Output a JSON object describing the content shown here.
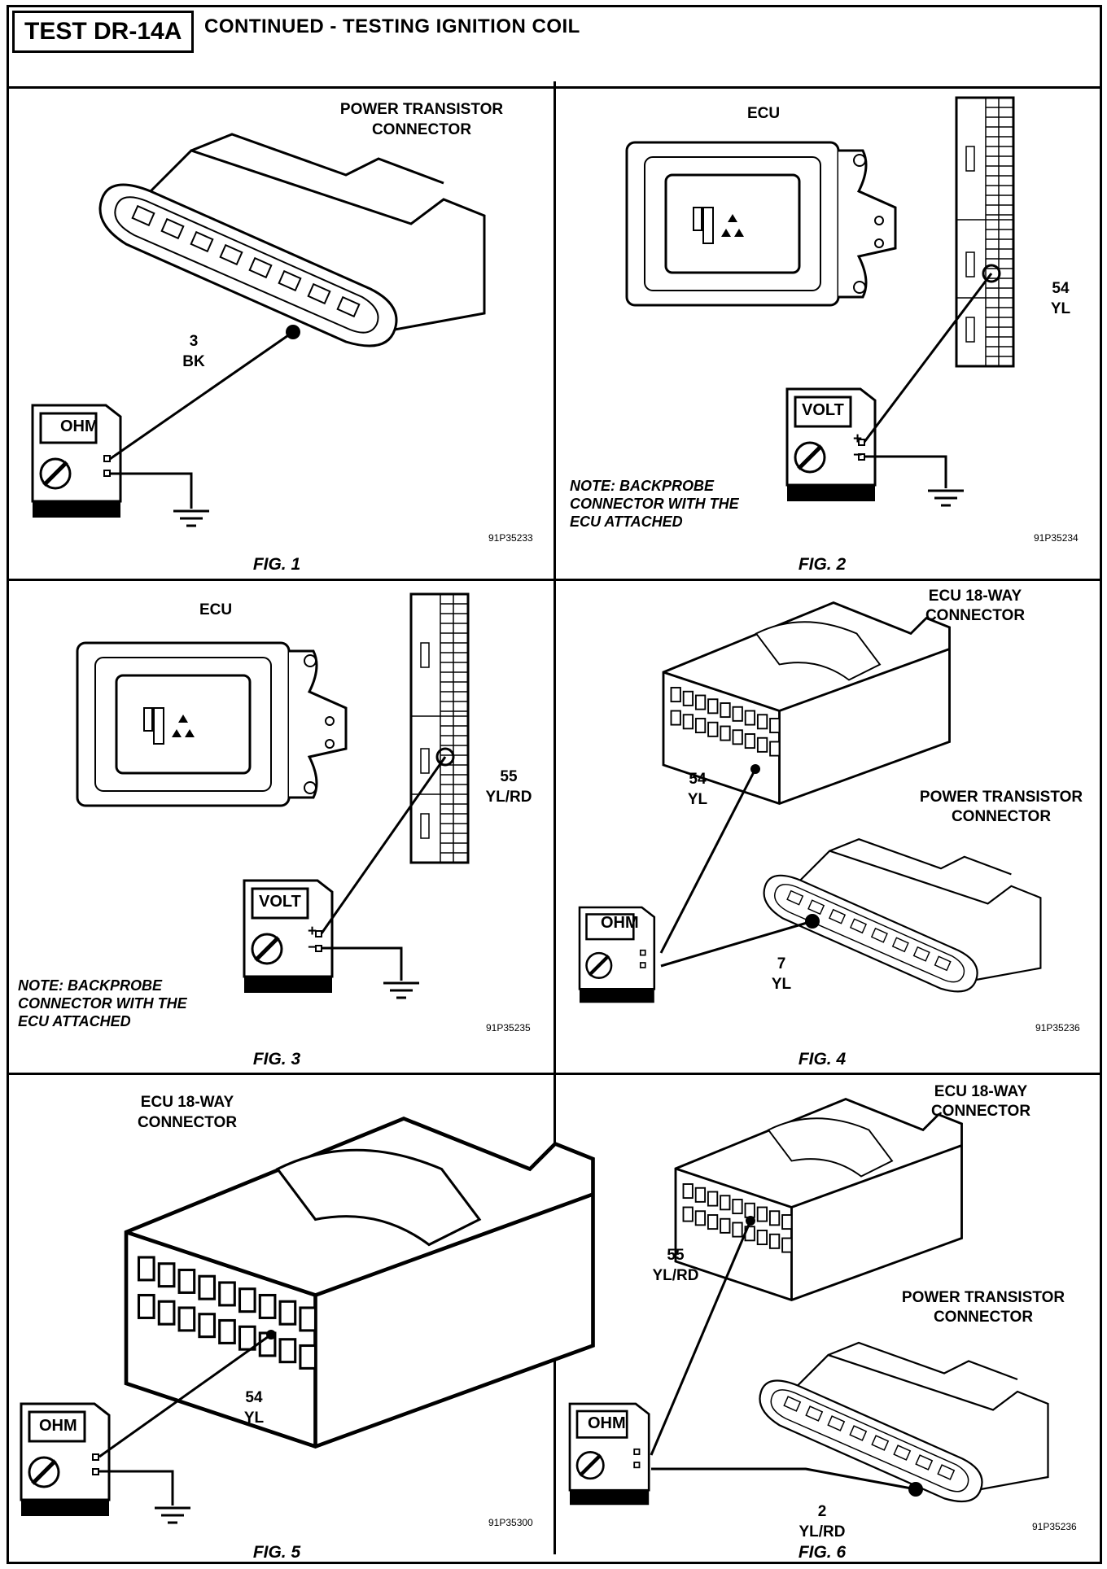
{
  "header": {
    "test_id": "TEST DR-14A",
    "title": "CONTINUED - TESTING IGNITION COIL"
  },
  "figures": [
    {
      "caption": "FIG. 1",
      "component": "POWER TRANSISTOR\nCONNECTOR",
      "pin_number": "3",
      "pin_color": "BK",
      "meter": "OHM",
      "code": "91P35233"
    },
    {
      "caption": "FIG. 2",
      "component": "ECU",
      "pin_number": "54",
      "pin_color": "YL",
      "meter": "VOLT",
      "note": "NOTE: BACKPROBE\nCONNECTOR WITH THE\nECU ATTACHED",
      "code": "91P35234"
    },
    {
      "caption": "FIG. 3",
      "component": "ECU",
      "pin_number": "55",
      "pin_color": "YL/RD",
      "meter": "VOLT",
      "note": "NOTE: BACKPROBE\nCONNECTOR WITH THE\nECU ATTACHED",
      "code": "91P35235"
    },
    {
      "caption": "FIG. 4",
      "component": "ECU 18-WAY\nCONNECTOR",
      "component2": "POWER TRANSISTOR\nCONNECTOR",
      "pin_number": "54",
      "pin_color": "YL",
      "pin2_number": "7",
      "pin2_color": "YL",
      "meter": "OHM",
      "code": "91P35236"
    },
    {
      "caption": "FIG. 5",
      "component": "ECU 18-WAY\nCONNECTOR",
      "pin_number": "54",
      "pin_color": "YL",
      "meter": "OHM",
      "code": "91P35300"
    },
    {
      "caption": "FIG. 6",
      "component": "ECU 18-WAY\nCONNECTOR",
      "component2": "POWER TRANSISTOR\nCONNECTOR",
      "pin_number": "55",
      "pin_color": "YL/RD",
      "pin2_number": "2",
      "pin2_color": "YL/RD",
      "meter": "OHM",
      "code": "91P35236"
    }
  ]
}
